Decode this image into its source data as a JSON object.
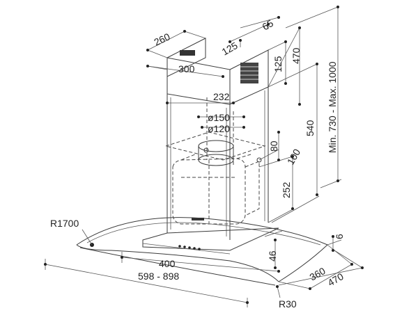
{
  "dimensions": {
    "w260": "260",
    "w300": "300",
    "w125a": "125",
    "w65": "65",
    "w125b": "125",
    "h470top": "470",
    "h_range": "Min. 730 - Max. 1000",
    "w232": "232",
    "d150": "ø150",
    "d120": "ø120",
    "h540": "540",
    "h80": "80",
    "h100": "100",
    "h252": "252",
    "r1700": "R1700",
    "h6": "6",
    "h46": "46",
    "w400": "400",
    "w598_898": "598 - 898",
    "d360": "360",
    "d470": "470",
    "r30": "R30"
  },
  "colors": {
    "line": "#3a3a3a",
    "vent": "#333333"
  }
}
